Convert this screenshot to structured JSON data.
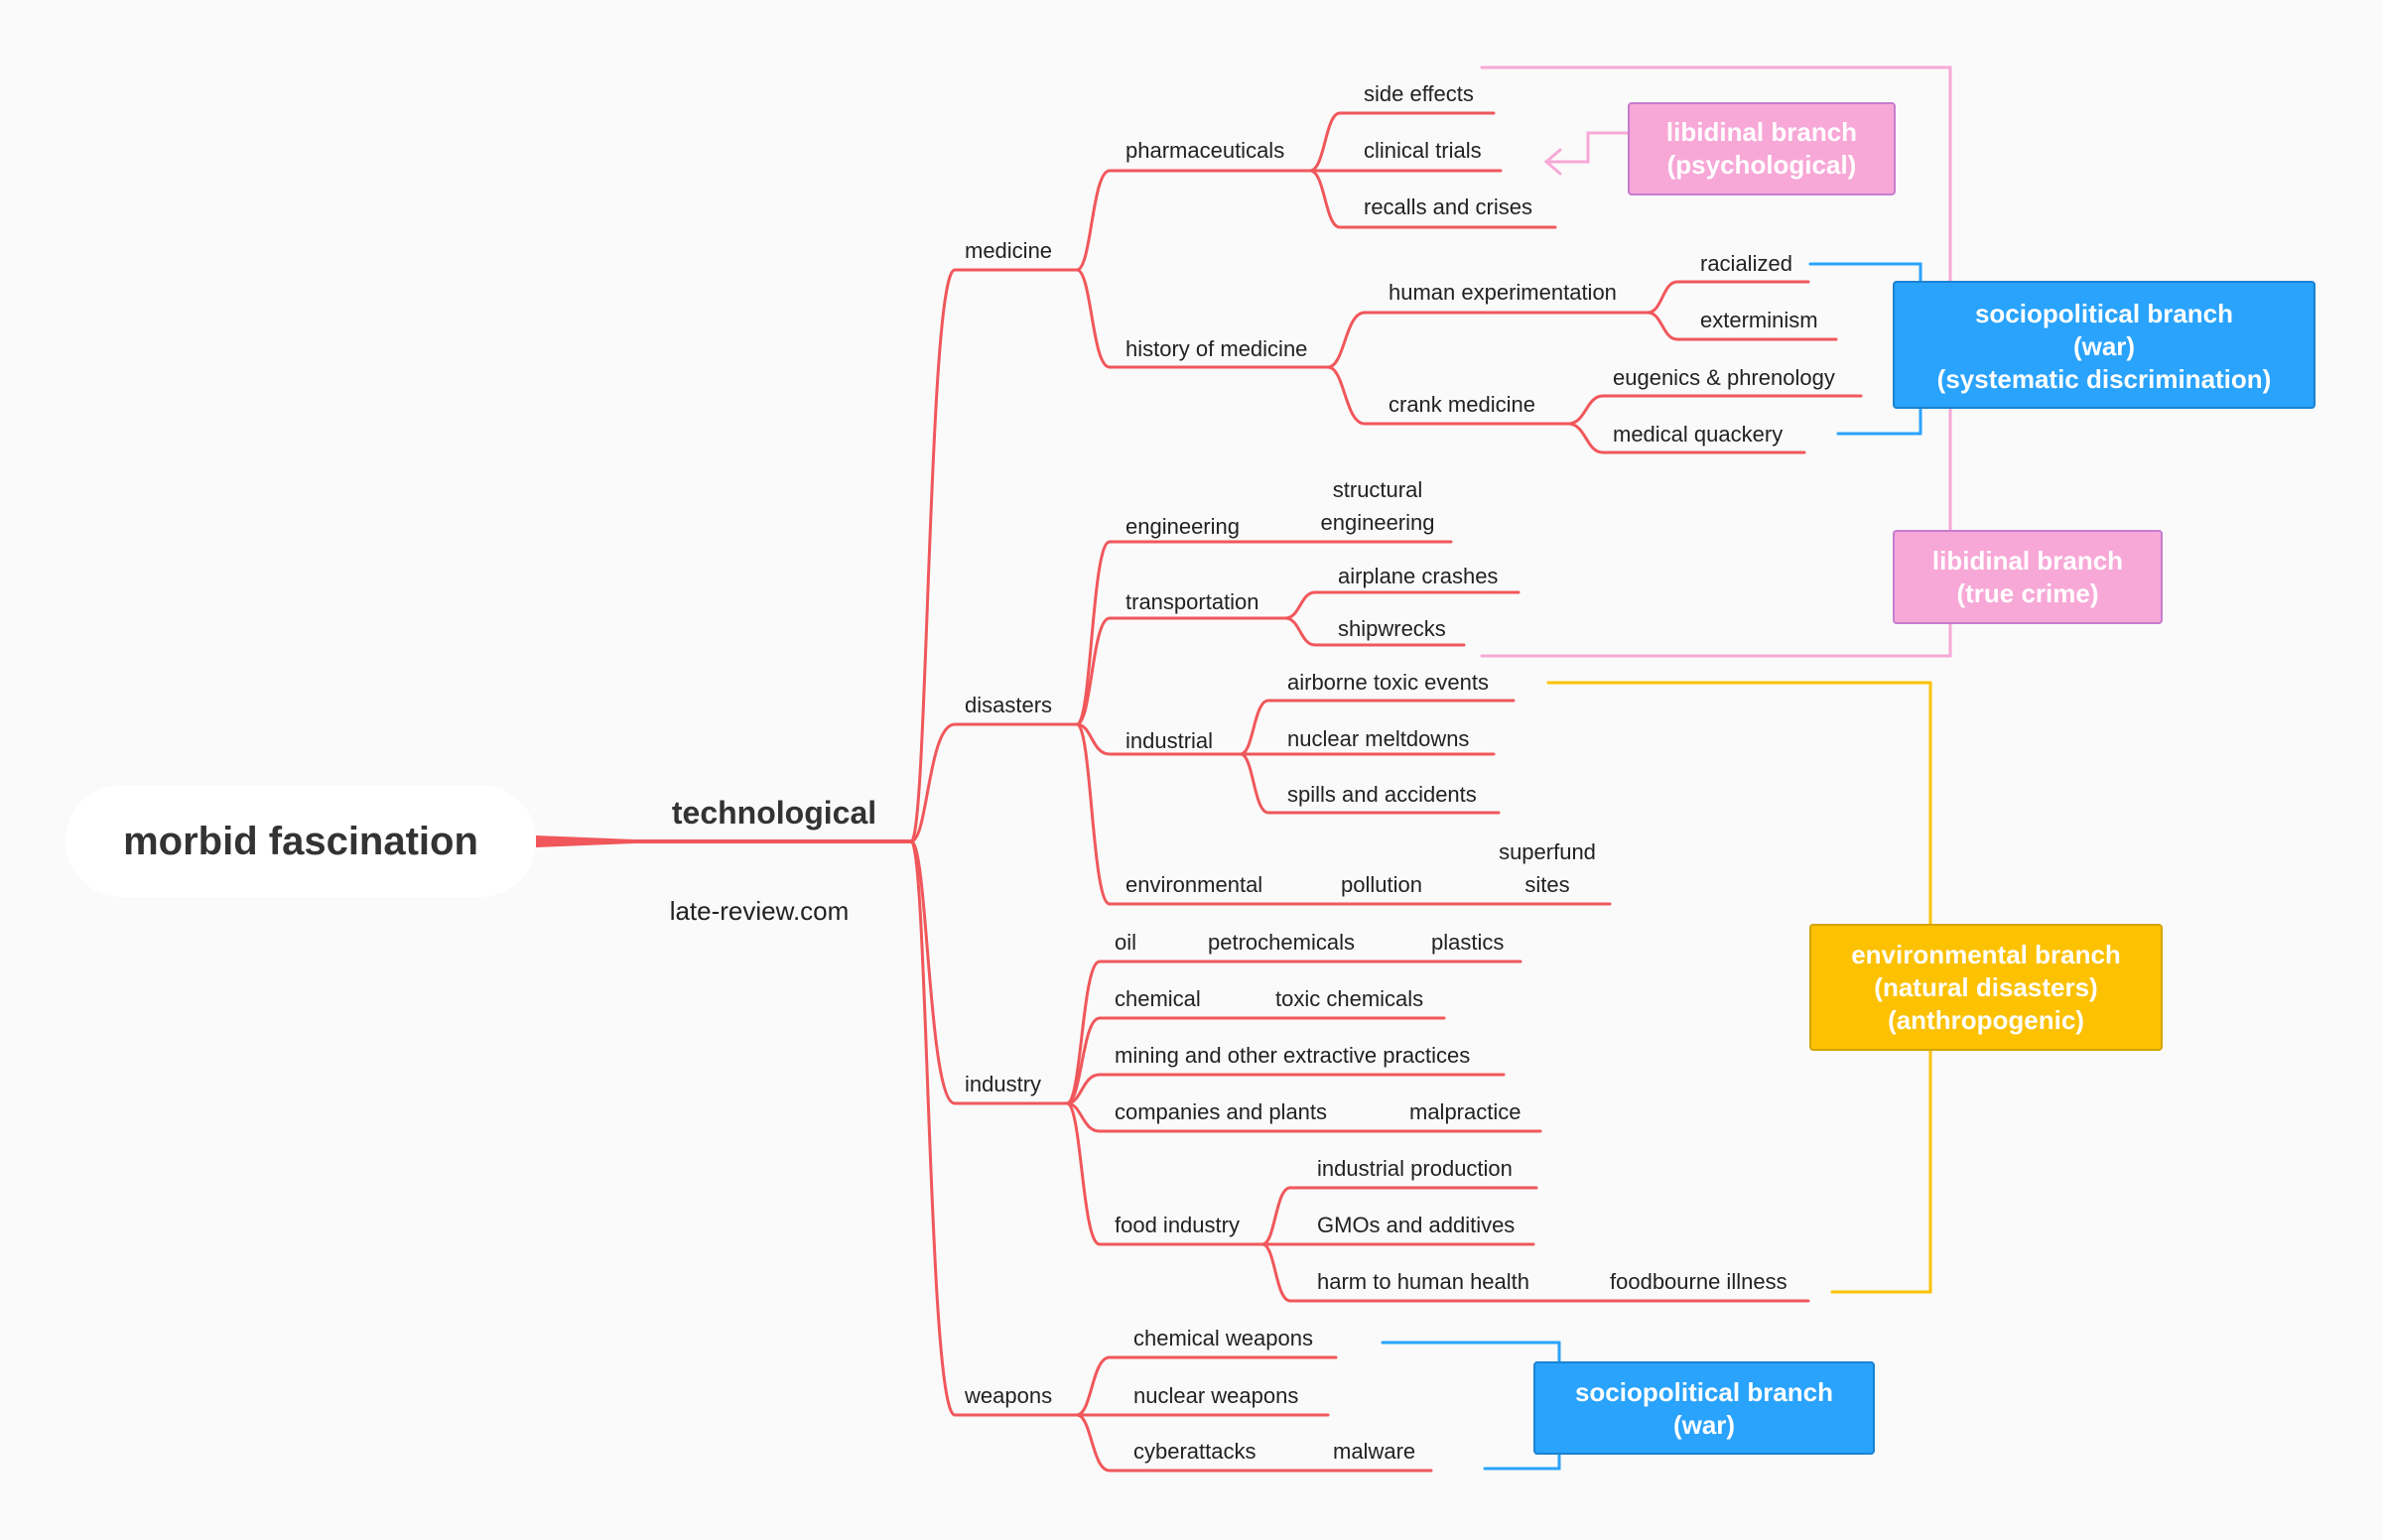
{
  "root": {
    "label": "morbid fascination"
  },
  "main_branch": {
    "label": "technological",
    "subtitle": "late-review.com"
  },
  "colors": {
    "tree": "#f0575b",
    "pink": "#f7a8d7",
    "pink_border": "#c77ccf",
    "blue": "#29a3fc",
    "blue_border": "#1a82d1",
    "yellow": "#fcc100",
    "yellow_border": "#d4a400",
    "root_fill": "#ffffff",
    "text": "#222222"
  },
  "categories": {
    "medicine": {
      "label": "medicine",
      "pharmaceuticals": {
        "label": "pharmaceuticals",
        "items": [
          "side effects",
          "clinical trials",
          "recalls and crises"
        ]
      },
      "history": {
        "label": "history of medicine",
        "human_experimentation": {
          "label": "human experimentation",
          "items": [
            "racialized",
            "exterminism"
          ]
        },
        "crank_medicine": {
          "label": "crank medicine",
          "items": [
            "eugenics & phrenology",
            "medical quackery"
          ]
        }
      }
    },
    "disasters": {
      "label": "disasters",
      "engineering": {
        "label": "engineering",
        "item_line1": "structural",
        "item_line2": "engineering"
      },
      "transportation": {
        "label": "transportation",
        "items": [
          "airplane crashes",
          "shipwrecks"
        ]
      },
      "industrial": {
        "label": "industrial",
        "items": [
          "airborne toxic events",
          "nuclear meltdowns",
          "spills and accidents"
        ]
      },
      "environmental": {
        "label": "environmental",
        "pollution": "pollution",
        "superfund_line1": "superfund",
        "superfund_line2": "sites"
      }
    },
    "industry": {
      "label": "industry",
      "oil": {
        "label": "oil",
        "petrochemicals": "petrochemicals",
        "plastics": "plastics"
      },
      "chemical": {
        "label": "chemical",
        "toxic": "toxic chemicals"
      },
      "mining": {
        "label": "mining and other extractive practices"
      },
      "companies": {
        "label": "companies and plants",
        "malpractice": "malpractice"
      },
      "food": {
        "label": "food industry",
        "items": [
          "industrial production",
          "GMOs and additives",
          "harm to human health"
        ],
        "foodbourne": "foodbourne illness"
      }
    },
    "weapons": {
      "label": "weapons",
      "items": [
        "chemical weapons",
        "nuclear weapons",
        "cyberattacks"
      ],
      "malware": "malware"
    }
  },
  "callouts": {
    "libidinal_psych": {
      "line1": "libidinal branch",
      "line2": "(psychological)"
    },
    "sociopolitical_discrimination": {
      "line1": "sociopolitical branch",
      "line2": "(war)",
      "line3": "(systematic discrimination)"
    },
    "libidinal_crime": {
      "line1": "libidinal branch",
      "line2": "(true crime)"
    },
    "environmental": {
      "line1": "environmental branch",
      "line2": "(natural disasters)",
      "line3": "(anthropogenic)"
    },
    "sociopolitical_war": {
      "line1": "sociopolitical branch",
      "line2": "(war)"
    }
  }
}
